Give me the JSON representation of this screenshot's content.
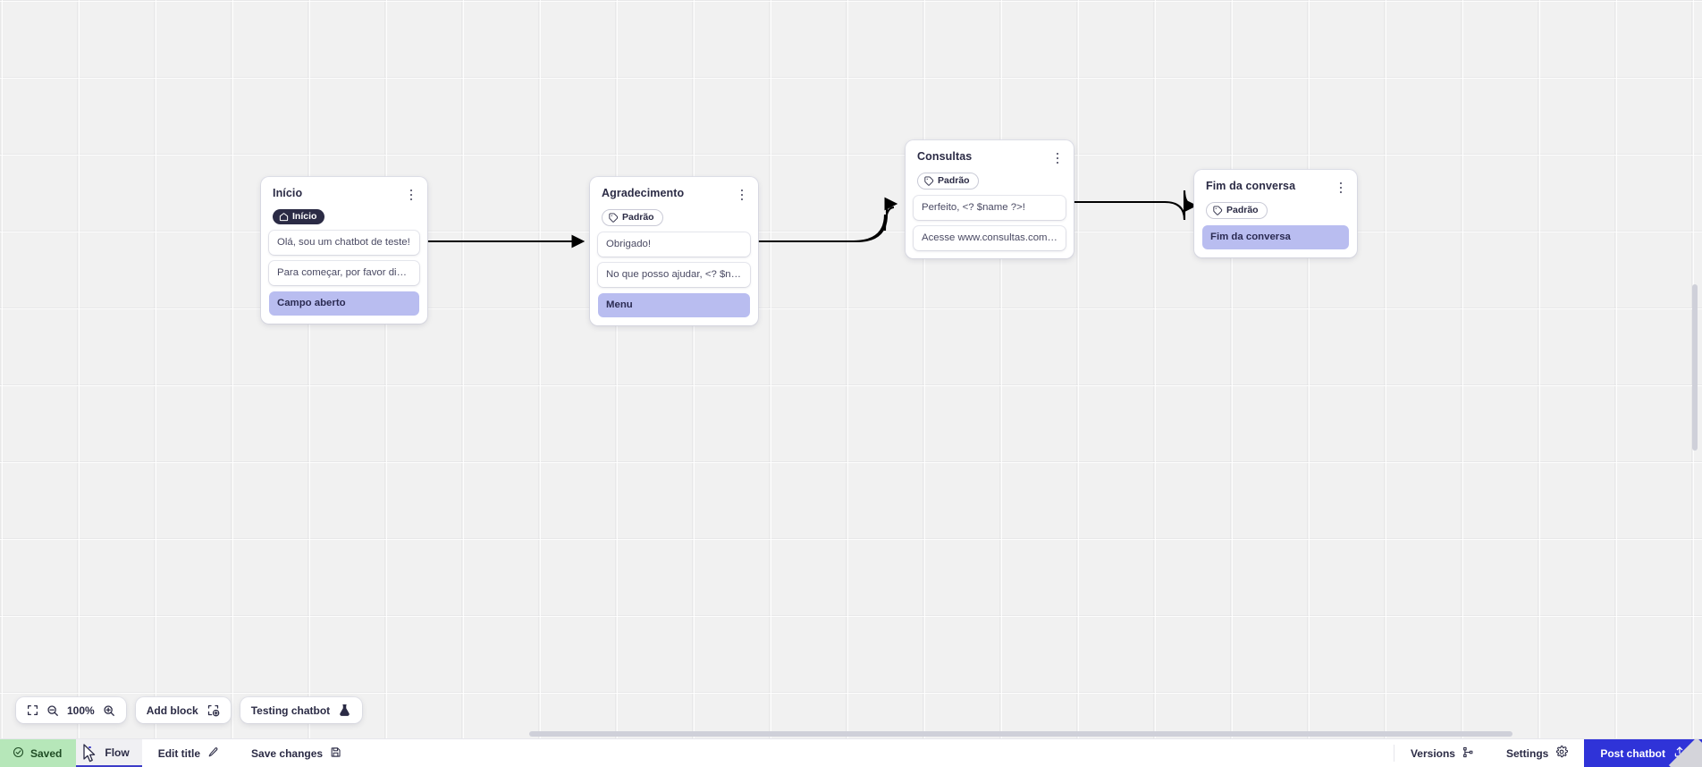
{
  "app": {
    "canvas_zoom": "100%"
  },
  "nodes": [
    {
      "id": "inicio",
      "title": "Início",
      "badge": {
        "label": "Início",
        "icon": "home-icon",
        "style": "dark"
      },
      "rows": [
        {
          "text": "Olá, sou um chatbot de teste!",
          "accent": false
        },
        {
          "text": "Para começar, por favor digite o ...",
          "accent": false
        },
        {
          "text": "Campo aberto",
          "accent": true
        }
      ]
    },
    {
      "id": "agradecimento",
      "title": "Agradecimento",
      "badge": {
        "label": "Padrão",
        "icon": "tag-icon",
        "style": "outline"
      },
      "rows": [
        {
          "text": "Obrigado!",
          "accent": false
        },
        {
          "text": "No que posso ajudar, <? $name ...",
          "accent": false
        },
        {
          "text": "Menu",
          "accent": true
        }
      ]
    },
    {
      "id": "consultas",
      "title": "Consultas",
      "badge": {
        "label": "Padrão",
        "icon": "tag-icon",
        "style": "outline"
      },
      "rows": [
        {
          "text": "Perfeito, <? $name ?>!",
          "accent": false
        },
        {
          "text": "Acesse www.consultas.com par...",
          "accent": false
        }
      ]
    },
    {
      "id": "fim",
      "title": "Fim da conversa",
      "badge": {
        "label": "Padrão",
        "icon": "tag-icon",
        "style": "outline"
      },
      "rows": [
        {
          "text": "Fim da conversa",
          "accent": true
        }
      ]
    }
  ],
  "toolbar": {
    "fit_icon": "fit-screen-icon",
    "zoom_out_icon": "zoom-out-icon",
    "zoom_level": "100%",
    "zoom_in_icon": "zoom-in-icon",
    "add_block_label": "Add block",
    "add_block_icon": "add-block-icon",
    "testing_chatbot_label": "Testing chatbot",
    "testing_chatbot_icon": "flask-icon"
  },
  "statusbar": {
    "saved_label": "Saved",
    "saved_icon": "check-circle-icon",
    "flow_tab_label": "Flow",
    "flow_tab_icon": "kebab-icon",
    "edit_title_label": "Edit title",
    "edit_title_icon": "pencil-icon",
    "save_changes_label": "Save changes",
    "save_changes_icon": "floppy-icon",
    "versions_label": "Versions",
    "versions_icon": "branch-icon",
    "settings_label": "Settings",
    "settings_icon": "gear-icon",
    "post_label": "Post chatbot",
    "post_icon": "upload-icon"
  },
  "colors": {
    "accent_row": "#b9bdf0",
    "badge_dark": "#2b2b45",
    "saved_bg": "#b6e7b9",
    "post_bg": "#2f33d8",
    "canvas_bg": "#f1f1f1"
  }
}
